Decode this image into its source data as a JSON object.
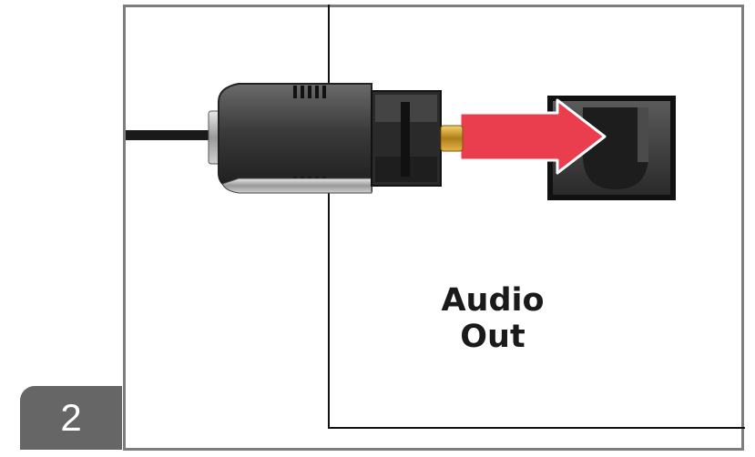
{
  "step_number": "2",
  "port_label_line1": "Audio",
  "port_label_line2": "Out",
  "arrow_color": "#ea3e4f",
  "icons": [
    "optical-cable-plug-icon",
    "optical-audio-port-icon",
    "insert-arrow-icon"
  ]
}
